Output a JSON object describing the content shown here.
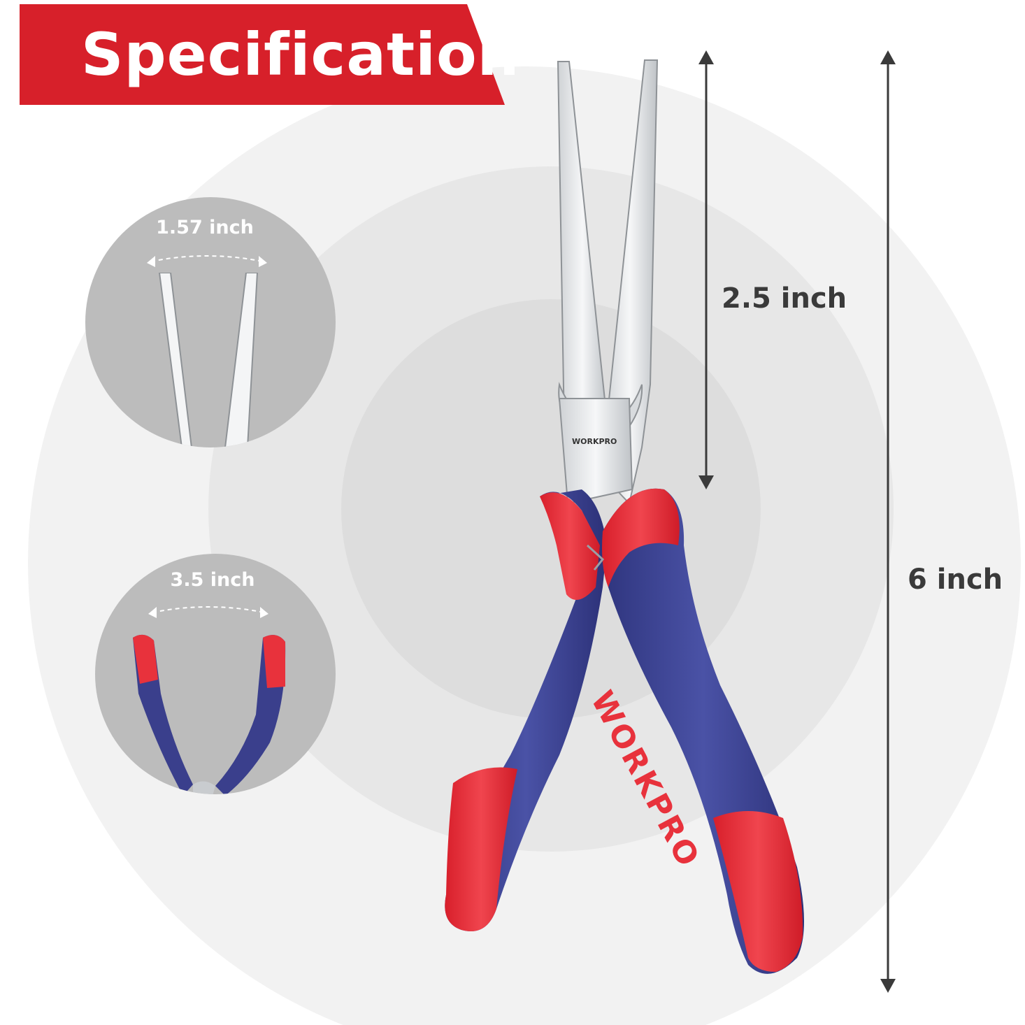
{
  "banner": {
    "title": "Specification",
    "color": "#d7202a"
  },
  "dimensions": {
    "jaw_length": "2.5 inch",
    "total_length": "6 inch",
    "tip_spread": "1.57 inch",
    "handle_spread": "3.5 inch"
  },
  "brand": {
    "name": "WORKPRO"
  },
  "colors": {
    "handle_blue": "#3a3f8c",
    "handle_red": "#e8323c",
    "steel": "#e4e6e8",
    "ring_outer": "#f1f1f1",
    "ring_mid": "#e6e6e6",
    "ring_inner": "#dcdcdc",
    "inset_bg": "#bcbcbc"
  }
}
